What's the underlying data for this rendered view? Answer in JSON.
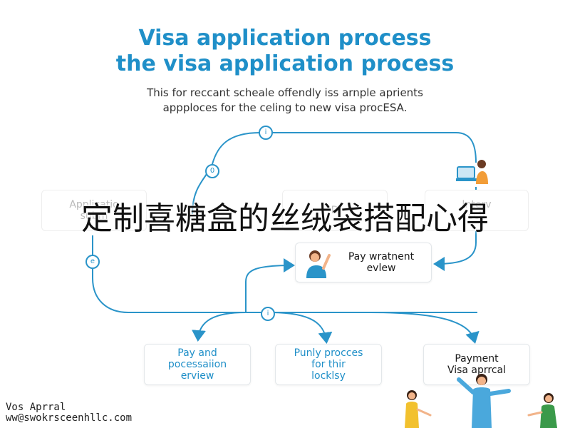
{
  "header": {
    "title_line1": "Visa application process",
    "title_line2": "the visa application process",
    "subtitle_line1": "This for reccant scheale offendly iss arnple aprients",
    "subtitle_line2": "appploces for the celing to new visa procESA."
  },
  "nodes": {
    "top": "i",
    "left": "0",
    "lower_left": "e",
    "middle": "i"
  },
  "boxes": {
    "application": {
      "line1": "Applicatio",
      "line2": "subm"
    },
    "document": {
      "line1": "D",
      "line2": ""
    },
    "interview": {
      "line1": "Interv",
      "line2": "sch"
    },
    "pay_review": {
      "line1": "Pay wratnent",
      "line2": "evlew"
    },
    "pay_processing": {
      "line1": "Pay and",
      "line2": "pocessaiion",
      "line3": "erview"
    },
    "punly_process": {
      "line1": "Punly procces",
      "line2": "for thir",
      "line3": "locklsy"
    },
    "payment_approval": {
      "line1": "Payment",
      "line2": "Visa aprrcal"
    }
  },
  "overlay": {
    "text": "定制喜糖盒的丝绒袋搭配心得"
  },
  "footer": {
    "line1": "Vos Aprral",
    "line2": "ww@swokrsceenhllc.com"
  },
  "colors": {
    "title": "#1f8fc8",
    "connector": "#2a94c9",
    "accent_orange": "#f29d38",
    "accent_green": "#3a9a4a"
  }
}
